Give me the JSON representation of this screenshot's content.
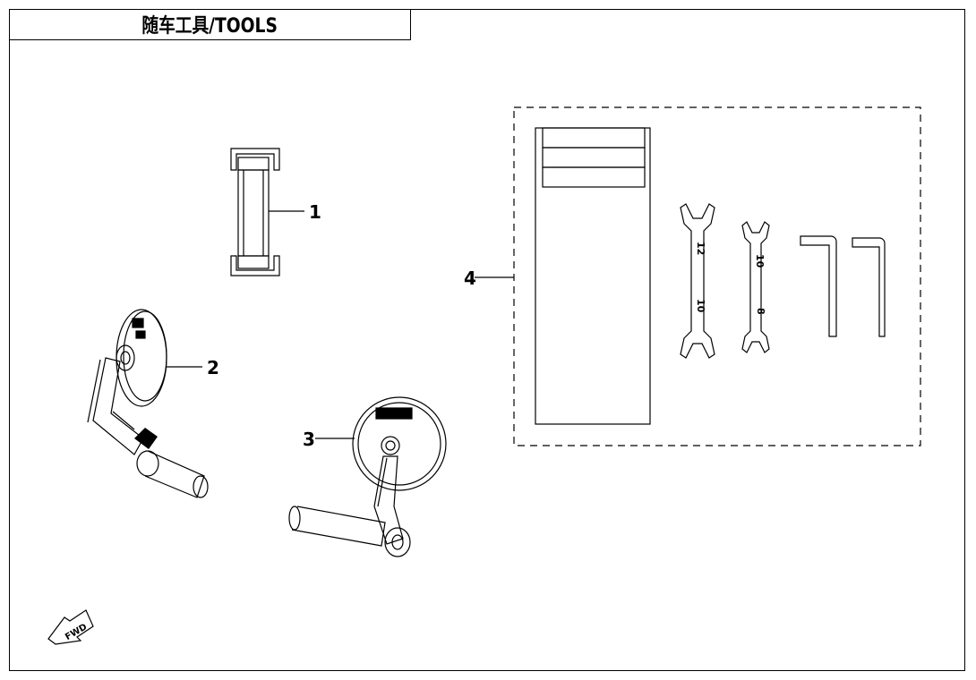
{
  "title": "随车工具/TOOLS",
  "callouts": {
    "c1": "1",
    "c2": "2",
    "c3": "3",
    "c4": "4"
  },
  "wrench_labels": {
    "w1_top": "12",
    "w1_bottom": "10",
    "w2_top": "10",
    "w2_bottom": "8"
  },
  "fwd_label": "FWD",
  "colors": {
    "line": "#000000",
    "background": "#ffffff"
  }
}
